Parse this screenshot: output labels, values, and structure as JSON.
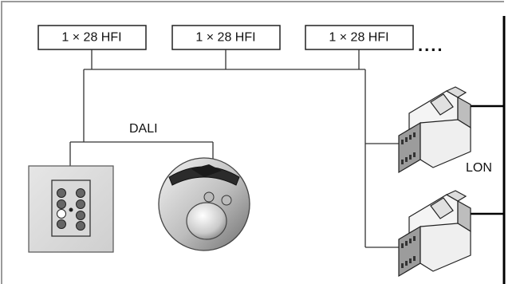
{
  "luminaires": [
    {
      "label": "1 × 28 HFI"
    },
    {
      "label": "1 × 28 HFI"
    },
    {
      "label": "1 × 28 HFI"
    }
  ],
  "continuation": "....",
  "bus_labels": {
    "dali": "DALI",
    "lon": "LON"
  },
  "colors": {
    "frame": "#9a9a9a",
    "line": "#333333",
    "bus": "#000000"
  },
  "icons": {
    "wall_panel": "wall-control-panel-icon",
    "sensor": "ceiling-sensor-icon",
    "module": "din-rail-module-icon"
  }
}
